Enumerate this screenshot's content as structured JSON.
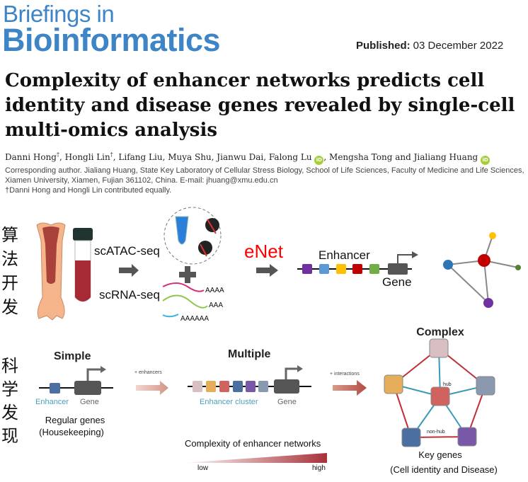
{
  "journal": {
    "line1": "Briefings in",
    "line2": "Bioinformatics"
  },
  "published": {
    "label": "Published:",
    "date": "03 December 2022"
  },
  "title": "Complexity of enhancer networks predicts cell identity and disease genes revealed by single-cell multi-omics analysis",
  "authors": {
    "list": [
      {
        "name": "Danni Hong",
        "mark": "†",
        "sep": ", "
      },
      {
        "name": "Hongli Lin",
        "mark": "†",
        "sep": ", "
      },
      {
        "name": "Lifang Liu",
        "mark": "",
        "sep": ", "
      },
      {
        "name": "Muya Shu",
        "mark": "",
        "sep": ", "
      },
      {
        "name": "Jianwu Dai",
        "mark": "",
        "sep": ", "
      },
      {
        "name": "Falong Lu",
        "mark": "",
        "sep": ", "
      },
      {
        "name": "Mengsha Tong",
        "mark": "",
        "sep": " and "
      },
      {
        "name": "Jialiang Huang",
        "mark": "",
        "sep": ""
      }
    ],
    "orcid_label": "iD"
  },
  "affiliation": {
    "corresponding": "Corresponding author. Jialiang Huang, State Key Laboratory of Cellular Stress Biology, School of Life Sciences, Faculty of Medicine and Life Sciences, Xiamen University, Xiamen, Fujian 361102, China. E-mail: jhuang@xmu.edu.cn",
    "equal": "†Danni Hong and Hongli Lin contributed equally."
  },
  "figure": {
    "side_top": [
      "算",
      "法",
      "开",
      "发"
    ],
    "side_bottom": [
      "科",
      "学",
      "发",
      "现"
    ],
    "scatac": "scATAC-seq",
    "scrna": "scRNA-seq",
    "polya": [
      "AAAA",
      "AAA",
      "AAAAAA"
    ],
    "enet": "eNet",
    "enhancer": "Enhancer",
    "gene": "Gene",
    "simple": "Simple",
    "simple_enhancer": "Enhancer",
    "simple_gene": "Gene",
    "regular": "Regular genes",
    "housekeeping": "(Housekeeping)",
    "plus_enhancers": "+ enhancers",
    "multiple": "Multiple",
    "enhancer_cluster": "Enhancer cluster",
    "multiple_gene": "Gene",
    "plus_interactions": "+ interactions",
    "complex": "Complex",
    "hub": "hub",
    "non_hub": "non-hub",
    "key_genes": "Key genes",
    "key_genes_sub": "(Cell identity and Disease)",
    "complexity_title": "Complexity of enhancer networks",
    "low": "low",
    "high": "high",
    "colors": {
      "accent": "#3d85c6",
      "enet": "#ff0000",
      "blood": "#a52a35",
      "edge_red": "#c0303a",
      "edge_blue": "#3a9ab8"
    }
  }
}
